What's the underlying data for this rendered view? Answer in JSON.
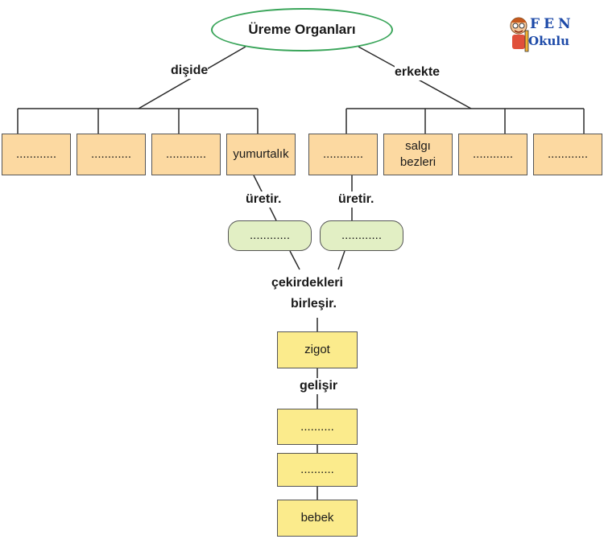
{
  "title": "Üreme Organları",
  "labels": {
    "female": "dişide",
    "male": "erkekte",
    "produces_left": "üretir.",
    "produces_right": "üretir.",
    "fusion_line1": "çekirdekleri",
    "fusion_line2": "birleşir.",
    "develops": "gelişir"
  },
  "female_organs": [
    "............",
    "............",
    "............",
    "yumurtalık"
  ],
  "male_organs": [
    "............",
    "salgı bezleri",
    "............",
    "............"
  ],
  "gametes": [
    "............",
    "............"
  ],
  "development": [
    "zigot",
    "..........",
    "..........",
    "bebek"
  ],
  "logo": {
    "fen": "FEN",
    "okulu": "Okulu"
  },
  "colors": {
    "organ_box": "#fcd9a1",
    "gamete_box": "#e2efc4",
    "stage_box": "#fbeb8c",
    "root_border": "#3aa55a",
    "logo_text": "#1d4aa8"
  }
}
